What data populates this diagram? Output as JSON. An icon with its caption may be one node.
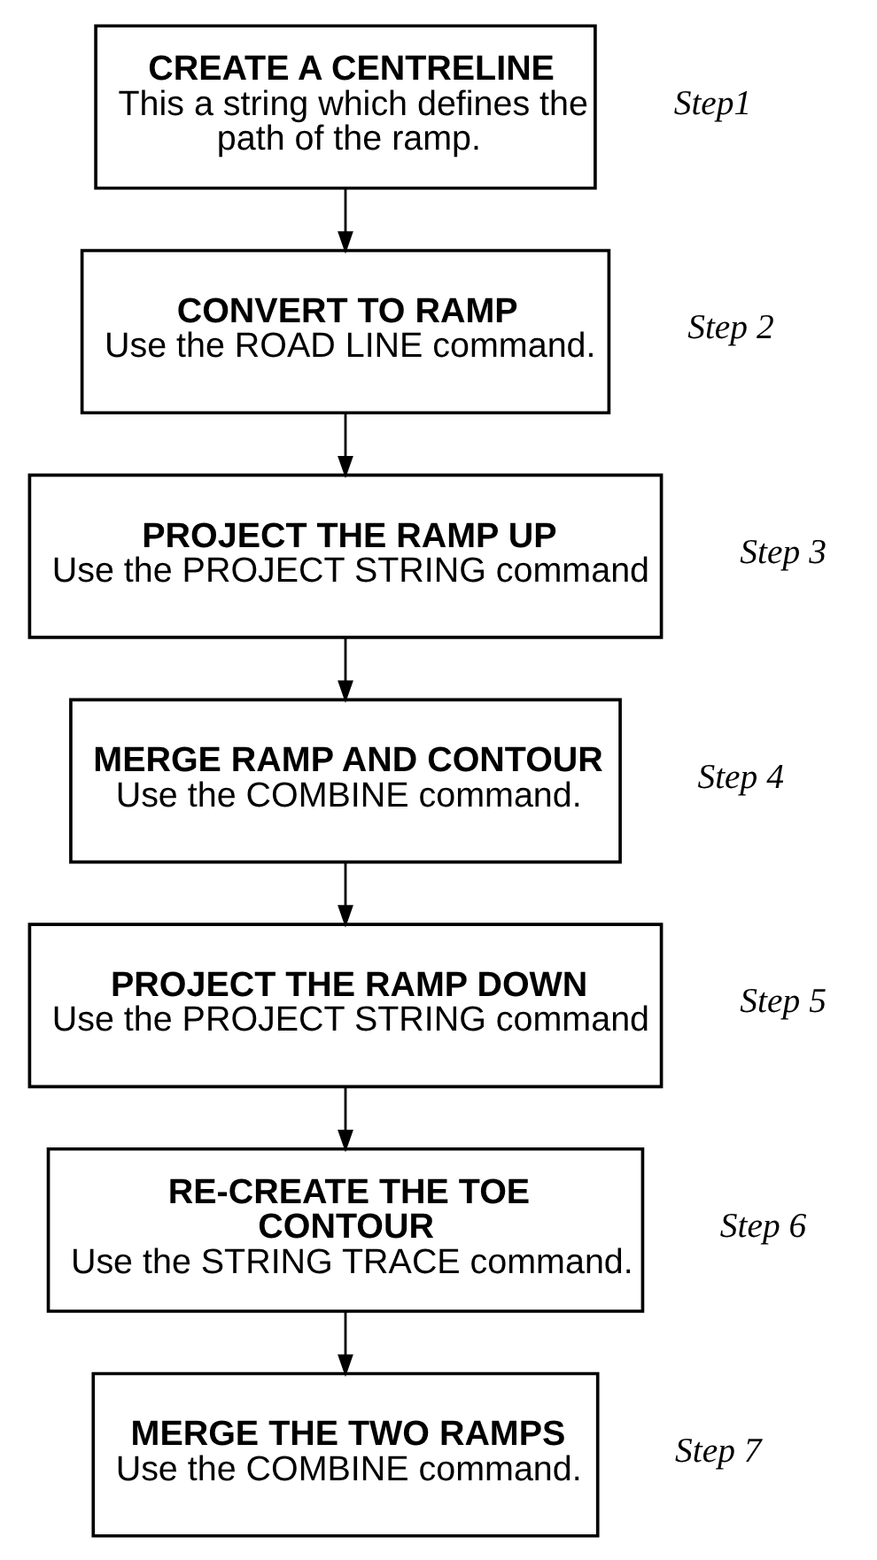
{
  "diagram": {
    "nodes": [
      {
        "text": [
          "CREATE A CENTRELINE",
          "This a string which defines the path of the ramp."
        ],
        "beside": [
          "Step1"
        ]
      },
      {
        "text": [
          "CONVERT TO RAMP",
          "Use the ROAD LINE command."
        ],
        "beside": [
          "Step 2"
        ]
      },
      {
        "text": [
          "PROJECT THE RAMP UP",
          "Use the PROJECT STRING command"
        ],
        "beside": [
          "Step 3"
        ]
      },
      {
        "text": [
          "MERGE RAMP AND CONTOUR",
          "Use the COMBINE command."
        ],
        "beside": [
          "Step 4"
        ]
      },
      {
        "text": [
          "PROJECT THE RAMP DOWN",
          "Use the PROJECT STRING command"
        ],
        "beside": [
          "Step 5"
        ]
      },
      {
        "text": [
          "RE-CREATE THE TOE CONTOUR",
          "Use the STRING TRACE command."
        ],
        "beside": [
          "Step 6"
        ]
      },
      {
        "text": [
          "MERGE THE TWO RAMPS",
          "Use the COMBINE command."
        ],
        "beside": [
          "Step 7"
        ]
      }
    ],
    "edges": [
      {
        "from": 0,
        "to": 1,
        "arrow": "to"
      },
      {
        "from": 1,
        "to": 2,
        "arrow": "to"
      },
      {
        "from": 2,
        "to": 3,
        "arrow": "to"
      },
      {
        "from": 3,
        "to": 4,
        "arrow": "to"
      },
      {
        "from": 4,
        "to": 5,
        "arrow": "to"
      },
      {
        "from": 5,
        "to": 6,
        "arrow": "to"
      }
    ]
  }
}
